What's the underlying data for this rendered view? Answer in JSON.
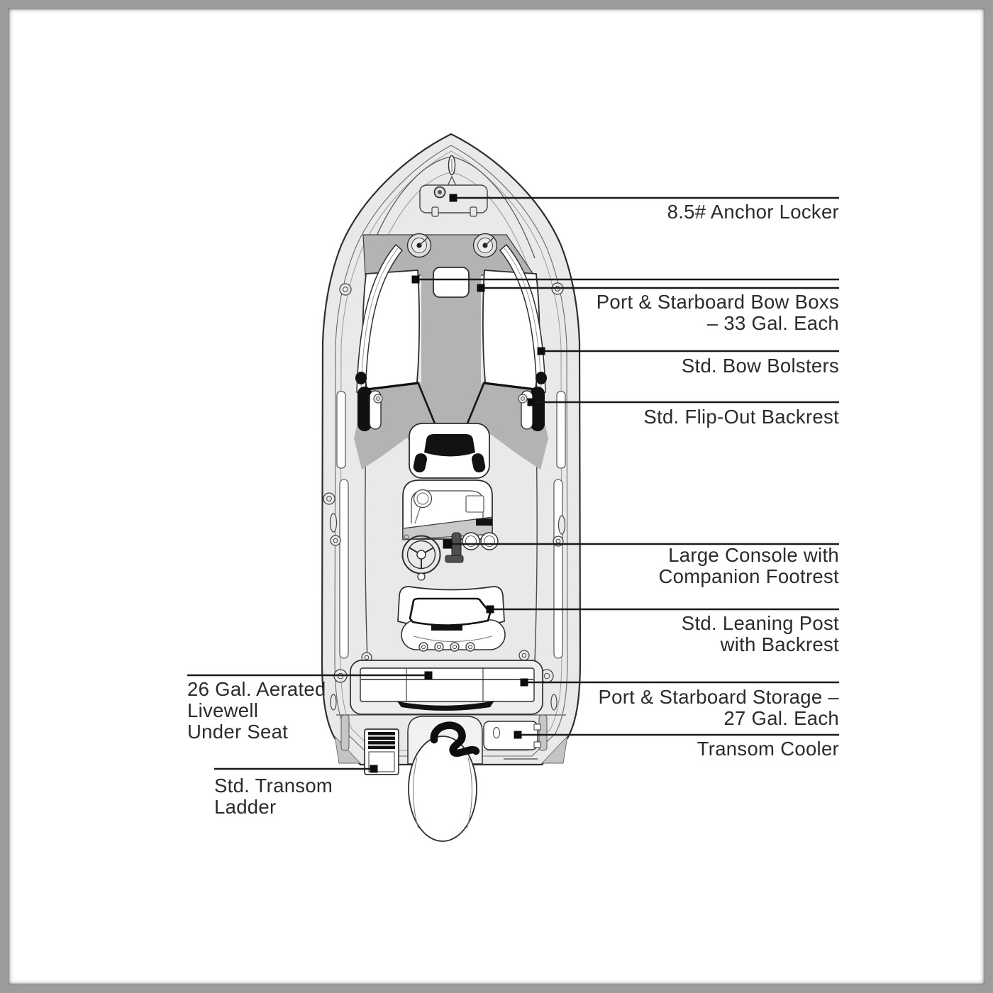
{
  "diagram": {
    "type": "boat-top-view-feature-diagram",
    "illustration": "overhead-line-drawing-of-center-console-boat-with-outboard-engine",
    "colors": {
      "background": "#ffffff",
      "frame": "#9c9c9c",
      "callout_line": "#1a1a1a",
      "label_text": "#2b2b2b",
      "hull_fill": "#e9e9e9",
      "walkway_fill": "#b3b3b3",
      "cushion_black": "#111111",
      "outline": "#2e2e2e"
    },
    "callouts": {
      "anchor_locker": {
        "label": "8.5# Anchor Locker"
      },
      "bow_boxes": {
        "label": "Port & Starboard Bow Boxs\n– 33 Gal. Each"
      },
      "bow_bolsters": {
        "label": "Std. Bow Bolsters"
      },
      "flip_out_backrest": {
        "label": "Std. Flip-Out Backrest"
      },
      "console": {
        "label": "Large Console with\nCompanion Footrest"
      },
      "leaning_post": {
        "label": "Std. Leaning Post\nwith Backrest"
      },
      "storage": {
        "label": "Port & Starboard Storage –\n27 Gal. Each"
      },
      "transom_cooler": {
        "label": "Transom Cooler"
      },
      "livewell": {
        "label": "26 Gal. Aerated\nLivewell\nUnder Seat"
      },
      "transom_ladder": {
        "label": "Std. Transom\nLadder"
      }
    }
  }
}
